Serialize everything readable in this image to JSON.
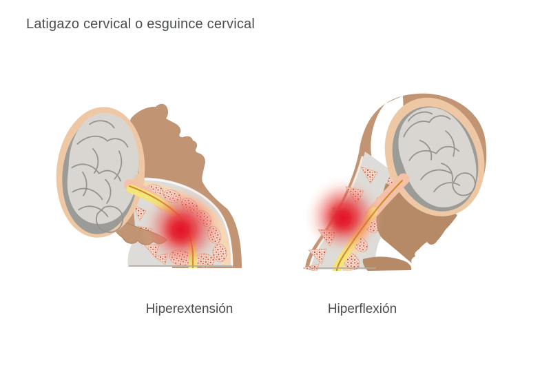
{
  "title": {
    "text": "Latigazo cervical o esguince cervical"
  },
  "figures": [
    {
      "id": "hyperextension",
      "label": "Hiperextensión"
    },
    {
      "id": "hyperflexion",
      "label": "Hiperflexión"
    }
  ],
  "colors": {
    "background": "#ffffff",
    "text": "#4a4d4f",
    "skin": "#c19473",
    "skin-dark": "#b68a66",
    "skull-ring": "#eec8a4",
    "skull-shadow": "#9b9b97",
    "brain": "#d9d5d1",
    "brain-line": "#96928c",
    "canal": "#dddcd8",
    "disc": "#f4d7b6",
    "vertebra-base": "#f8dacb",
    "vertebra-speckle": "#bf4a3e",
    "vertebra-outline": "#e0ab92",
    "cord-sleeve": "#f5c1a6",
    "cord": "#f2e579",
    "cord-line": "#cf8a2e",
    "injury": "#e31226",
    "edge-line": "#b3a99b"
  }
}
